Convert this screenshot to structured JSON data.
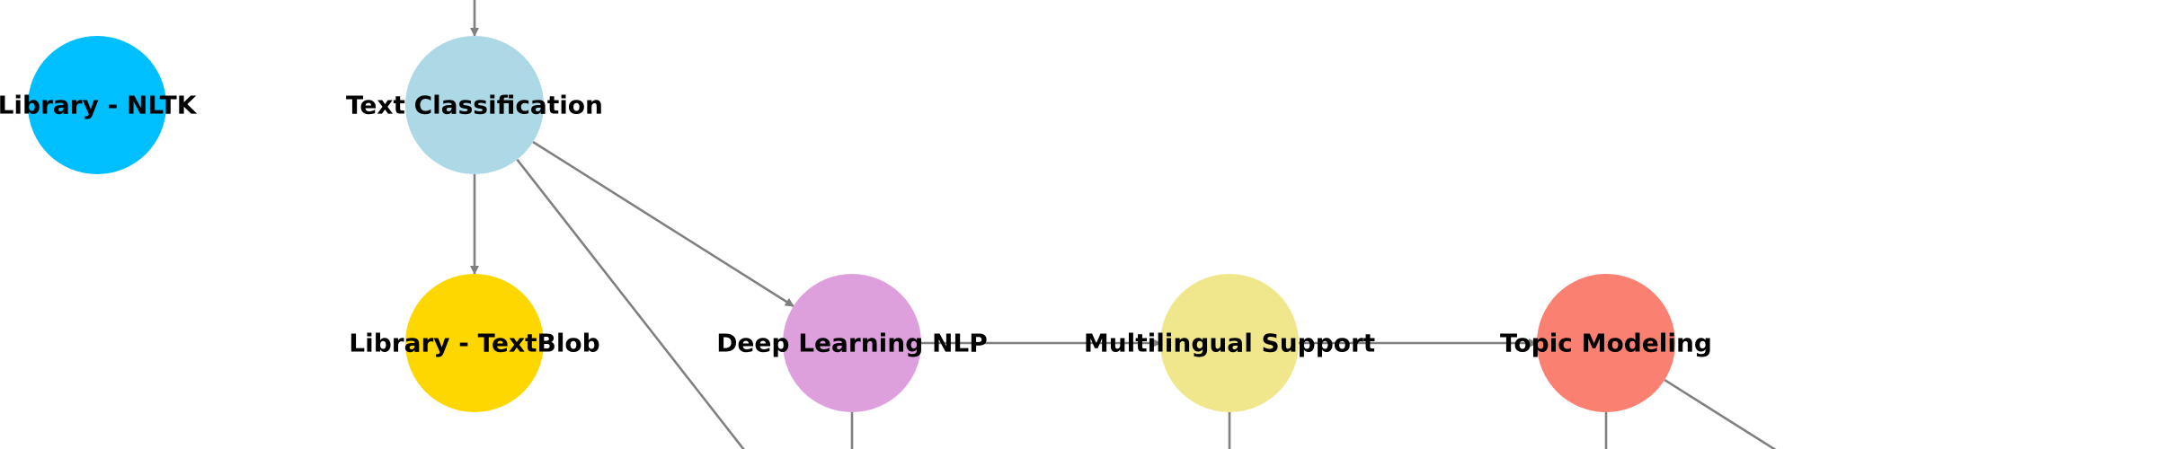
{
  "diagram": {
    "edge_color": "#808080",
    "nodes": [
      {
        "id": "nltk",
        "label": "Library - NLTK",
        "color": "#00BFFF"
      },
      {
        "id": "textclass",
        "label": "Text Classification",
        "color": "#ADD8E6"
      },
      {
        "id": "textblob",
        "label": "Library - TextBlob",
        "color": "#FFD700"
      },
      {
        "id": "dlnlp",
        "label": "Deep Learning NLP",
        "color": "#DDA0DD"
      },
      {
        "id": "multi",
        "label": "Multilingual Support",
        "color": "#F0E68C"
      },
      {
        "id": "topic",
        "label": "Topic Modeling",
        "color": "#FA8072"
      }
    ],
    "edges": [
      {
        "from": "offscreen-top",
        "to": "textclass",
        "arrow": true
      },
      {
        "from": "textclass",
        "to": "textblob",
        "arrow": true
      },
      {
        "from": "textclass",
        "to": "dlnlp",
        "arrow": true
      },
      {
        "from": "textclass",
        "to": "offscreen-bottom",
        "arrow": false
      },
      {
        "from": "dlnlp",
        "to": "multi",
        "arrow": true
      },
      {
        "from": "multi",
        "to": "topic",
        "arrow": true
      },
      {
        "from": "dlnlp",
        "to": "offscreen-bottom",
        "arrow": false
      },
      {
        "from": "multi",
        "to": "offscreen-bottom",
        "arrow": false
      },
      {
        "from": "topic",
        "to": "offscreen-bottom",
        "arrow": false
      },
      {
        "from": "topic",
        "to": "offscreen-bottom-right",
        "arrow": false
      }
    ]
  }
}
